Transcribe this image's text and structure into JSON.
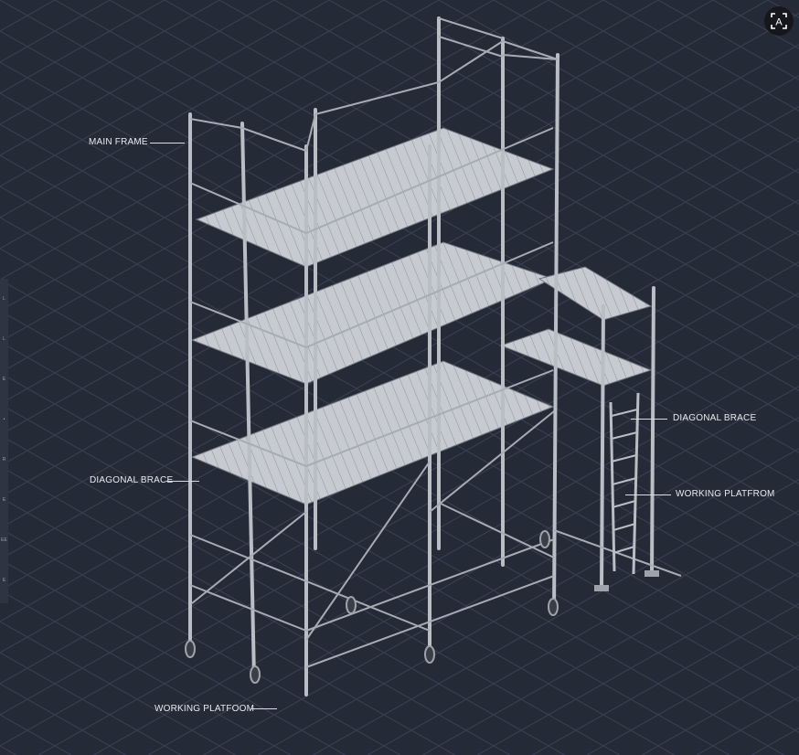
{
  "labels": {
    "main_frame": "MAIN FRAME",
    "diagonal_brace_left": "DIAGONAL BRACE",
    "diagonal_brace_right": "DIAGONAL BRACE",
    "working_platform_right": "WORKING PLATFROM",
    "working_platform_bottom": "WORKING PLATFOOM"
  },
  "toolbar": {
    "lens_icon": "text-recognition-icon",
    "lens_glyph": "A"
  },
  "left_strip": [
    "L",
    "L",
    "E",
    "•",
    "R",
    "E",
    "EE",
    "E"
  ],
  "colors": {
    "background": "#252a37",
    "grid": "#3a4152",
    "steel": "#b9bdc4",
    "deck": "#c9ccd1"
  }
}
